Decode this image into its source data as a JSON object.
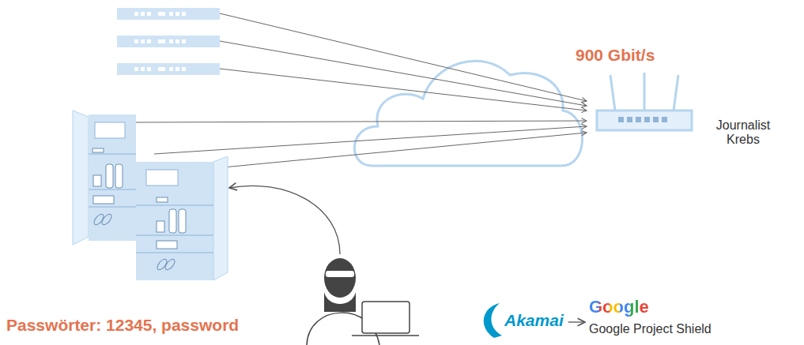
{
  "diagram": {
    "nodes": [
      {
        "text": [
          "900 Gbit/s",
          "Journalist Krebs"
        ]
      },
      {
        "text": [
          "Akamai"
        ]
      },
      {
        "text": [
          "Google",
          "Google Project Shield"
        ]
      }
    ],
    "edges": [
      {
        "from": 1,
        "to": 2,
        "arrow": "to"
      }
    ],
    "labels": [
      "Passwörter: 12345, password"
    ]
  }
}
